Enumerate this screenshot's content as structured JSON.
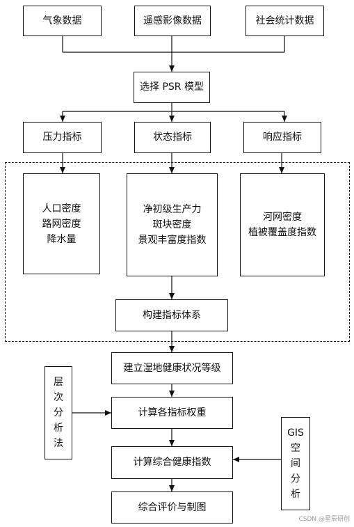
{
  "inputs": {
    "meteorological": "气象数据",
    "remote_sensing": "遥感影像数据",
    "socioeconomic": "社会统计数据"
  },
  "model": "选择 PSR 模型",
  "categories": {
    "pressure": "压力指标",
    "state": "状态指标",
    "response": "响应指标"
  },
  "indicators": {
    "pressure": [
      "人口密度",
      "路网密度",
      "降水量"
    ],
    "state": [
      "净初级生产力",
      "斑块密度",
      "景观丰富度指数"
    ],
    "response": [
      "河网密度",
      "植被覆盖度指数"
    ]
  },
  "steps": {
    "build_system": "构建指标体系",
    "health_grade": "建立湿地健康状况等级",
    "weights": "计算各指标权重",
    "health_index": "计算综合健康指数",
    "evaluation": "综合评价与制图"
  },
  "side_methods": {
    "ahp": [
      "层",
      "次",
      "分",
      "析",
      "法"
    ],
    "gis": [
      "GIS",
      "空",
      "间",
      "分",
      "析"
    ]
  },
  "watermark": "CSDN @星辰研创"
}
